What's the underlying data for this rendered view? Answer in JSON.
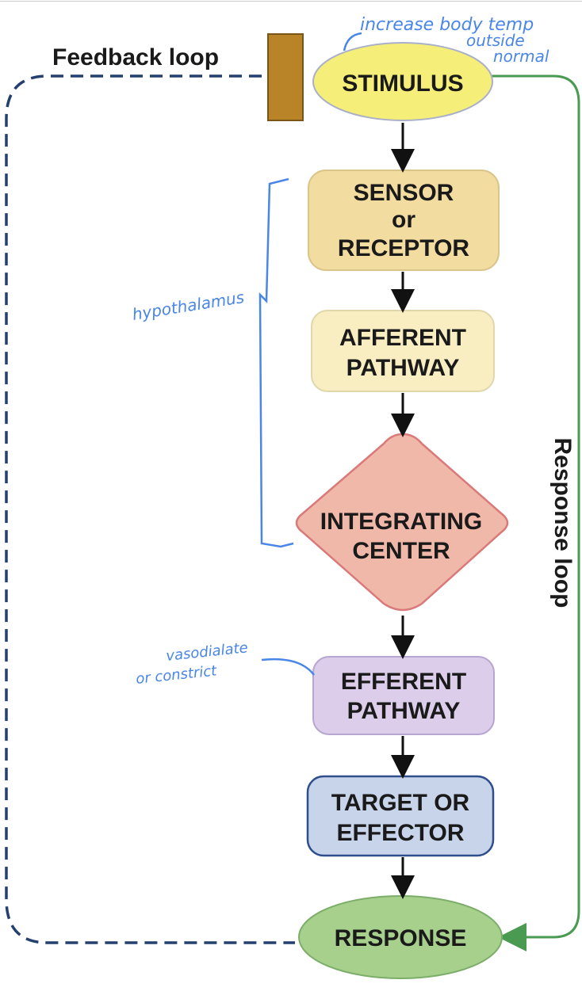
{
  "diagram": {
    "feedback_label": "Feedback loop",
    "response_loop_label": "Response loop",
    "nodes": {
      "stimulus": "STIMULUS",
      "sensor_line1": "SENSOR",
      "sensor_line2": "or",
      "sensor_line3": "RECEPTOR",
      "afferent_line1": "AFFERENT",
      "afferent_line2": "PATHWAY",
      "integrating_line1": "INTEGRATING",
      "integrating_line2": "CENTER",
      "efferent_line1": "EFFERENT",
      "efferent_line2": "PATHWAY",
      "target_line1": "TARGET OR",
      "target_line2": "EFFECTOR",
      "response": "RESPONSE"
    },
    "annotations": {
      "stimulus_line1": "increase body temp",
      "stimulus_line2": "outside",
      "stimulus_line3": "normal",
      "bracket": "hypothalamus",
      "efferent_line1": "vasodialate",
      "efferent_line2": "or constrict"
    },
    "colors": {
      "stimulus": "#f5ef7a",
      "sensor": "#f3dca0",
      "afferent": "#f8eec2",
      "integrating": "#f0b8a8",
      "efferent": "#dccdea",
      "target": "#c8d4ea",
      "response": "#a6d08c",
      "feedback_line": "#24406e",
      "response_line": "#4a9a52",
      "annotation": "#4a86e8",
      "blocker": "#b98427"
    }
  }
}
